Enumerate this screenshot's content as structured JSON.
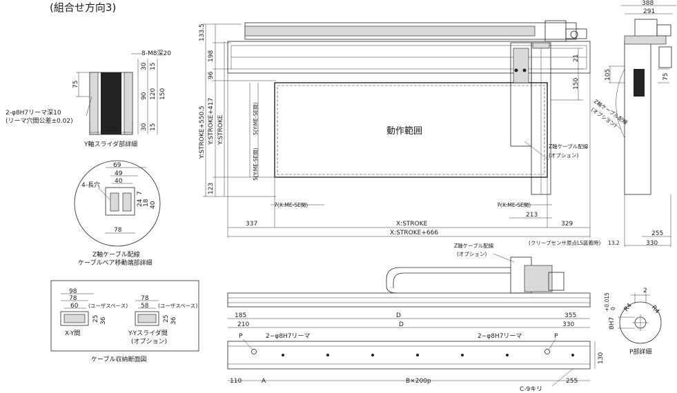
{
  "title": "(組合せ方向3)",
  "work_area_label": "動作範囲",
  "top_view": {
    "dims_left": [
      "Y:STROKE+550.5",
      "Y:STROKE+417",
      "Y:STROKE",
      "133.5",
      "198",
      "96",
      "123"
    ],
    "me_se_y1": "5(Y:ME-SE間)",
    "me_se_y2": "5(Y:ME-SE間)",
    "me_se_x1": "7(X:ME-SE間)",
    "me_se_x2": "7(X:ME-SE間)",
    "dims_bottom": [
      "337",
      "X:STROKE",
      "329",
      "X:STROKE+666",
      "213"
    ],
    "dims_right": [
      "21",
      "150"
    ],
    "z_cable_label": [
      "Z軸ケーブル配線",
      "(オプション)"
    ]
  },
  "side_view": {
    "top_dims": [
      "388",
      "291"
    ],
    "right_dims": [
      "105",
      "75"
    ],
    "bottom_dims": [
      "255",
      "330",
      "13.2"
    ],
    "sensor_note": "(クリープセンサ原点LS装着時)",
    "z_cable_label": [
      "Z軸ケーブル配線",
      "(オプション)"
    ]
  },
  "y_slider": {
    "caption": "Y軸スライダ部詳細",
    "tap_label": "8-M8深20",
    "ream_label": [
      "2-φ8H7リーマ深10",
      "(リーマ穴間公差±0.02)"
    ],
    "dims": [
      "75",
      "120",
      "30",
      "15",
      "90",
      "120",
      "150",
      "30",
      "15"
    ]
  },
  "cable_bear": {
    "caption": [
      "Z軸ケーブル配線",
      "ケーブルベア移動端部詳細"
    ],
    "slot_label": "4-長穴",
    "dims": [
      "69",
      "49",
      "40",
      "7",
      "24",
      "18",
      "40",
      "78"
    ]
  },
  "cable_section": {
    "caption": "ケーブル収納断面図",
    "xy": {
      "label": "X-Y間",
      "dims": [
        "98",
        "78",
        "60",
        "25",
        "36"
      ],
      "space": "(ユーザスペース)"
    },
    "yy": {
      "label": [
        "Y-Yスライダ間",
        "(オプション)"
      ],
      "dims": [
        "78",
        "58",
        "25",
        "36"
      ],
      "space": "(ユーザスペース)"
    }
  },
  "front_view": {
    "z_cable_label": [
      "Z軸ケーブル配線",
      "(オプション)"
    ]
  },
  "bottom_view": {
    "top_dims": [
      "185",
      "D",
      "355",
      "210",
      "D",
      "330"
    ],
    "p_label": "P",
    "ream_label": "2−φ8H7リーマ",
    "bottom_dims": [
      "110",
      "A",
      "B×200p",
      "255"
    ],
    "right_dim": "130",
    "drill_label": "C-9キリ"
  },
  "p_detail": {
    "caption": "P部詳細",
    "dims": [
      "2",
      "R4",
      "R4",
      "8H7"
    ],
    "tolerance": "+0.015",
    "tolerance_lower": "0"
  }
}
